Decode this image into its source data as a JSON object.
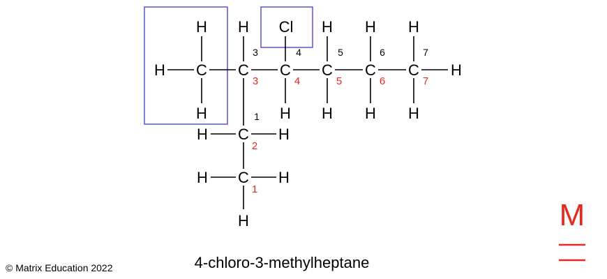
{
  "molecule": {
    "name": "4-chloro-3-methylheptane",
    "substituent": "Cl",
    "hydrogen": "H",
    "carbon": "C",
    "main_chain_numbers": [
      "3",
      "4",
      "5",
      "6",
      "7"
    ],
    "branch_numbers": [
      "1"
    ],
    "red_numbers": [
      "3",
      "4",
      "5",
      "6",
      "7",
      "2",
      "1"
    ]
  },
  "footer": {
    "copyright": "© Matrix Education 2022"
  },
  "logo": {
    "letter": "M"
  },
  "colors": {
    "accent_red": "#e8281e",
    "box_blue": "#3a3ad6"
  }
}
